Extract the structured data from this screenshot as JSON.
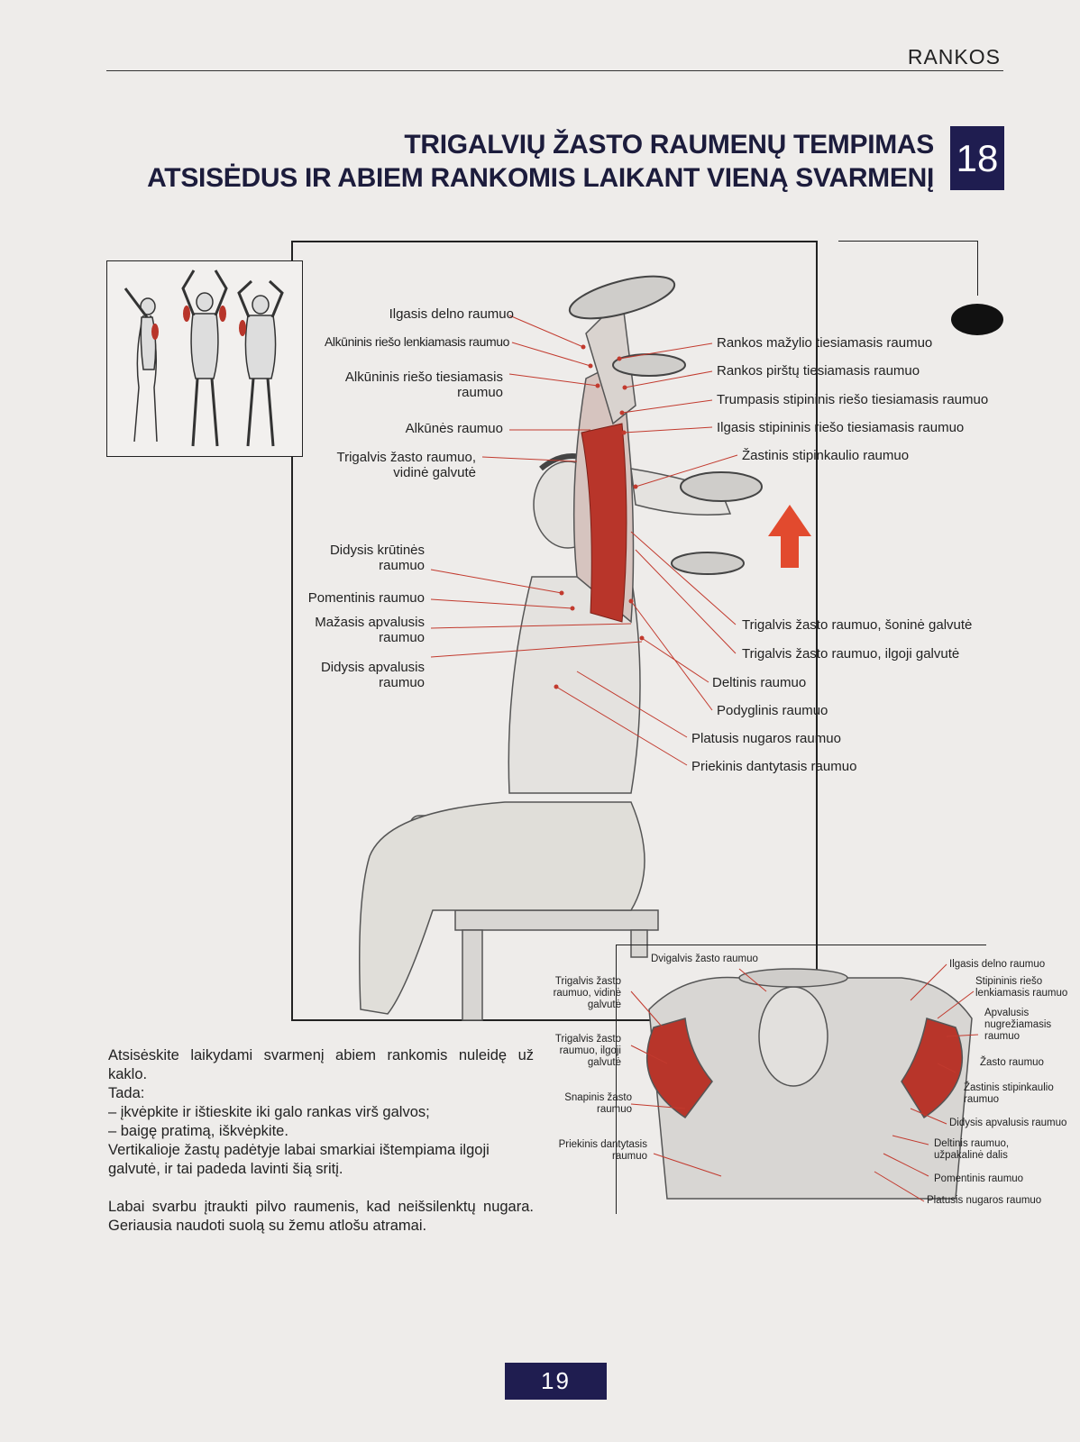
{
  "header": {
    "section": "RANKOS",
    "title_line1": "TRIGALVIŲ ŽASTO RAUMENŲ TEMPIMAS",
    "title_line2": "ATSISĖDUS IR ABIEM RANKOMIS LAIKANT VIENĄ SVARMENĮ",
    "chapter_number": "18"
  },
  "main_labels_left": [
    "Ilgasis delno raumuo",
    "Alkūninis riešo lenkiamasis raumuo",
    "Alkūninis riešo tiesiamasis raumuo",
    "Alkūnės raumuo",
    "Trigalvis žasto raumuo, vidinė galvutė",
    "Didysis krūtinės raumuo",
    "Pomentinis raumuo",
    "Mažasis apvalusis raumuo",
    "Didysis apvalusis raumuo"
  ],
  "main_labels_right": [
    "Rankos mažylio tiesiamasis raumuo",
    "Rankos pirštų tiesiamasis raumuo",
    "Trumpasis stipininis riešo tiesiamasis raumuo",
    "Ilgasis stipininis riešo tiesiamasis raumuo",
    "Žastinis stipinkaulio raumuo",
    "Trigalvis žasto raumuo, šoninė galvutė",
    "Trigalvis žasto raumuo, ilgoji galvutė",
    "Deltinis raumuo",
    "Podyglinis raumuo",
    "Platusis nugaros raumuo",
    "Priekinis dantytasis raumuo"
  ],
  "front_view_labels_top": "Dvigalvis žasto raumuo",
  "front_view_labels_left": [
    "Trigalvis žasto raumuo, vidinė galvutė",
    "Trigalvis žasto raumuo, ilgoji galvutė",
    "Snapinis žasto raumuo",
    "Priekinis dantytasis raumuo"
  ],
  "front_view_labels_right": [
    "Ilgasis delno raumuo",
    "Stipininis riešo lenkiamasis raumuo",
    "Apvalusis nugrežiamasis raumuo",
    "Žasto raumuo",
    "Žastinis stipinkaulio raumuo",
    "Didysis apvalusis raumuo",
    "Deltinis raumuo, užpakalinė dalis",
    "Pomentinis raumuo",
    "Platusis nugaros raumuo"
  ],
  "description": {
    "line1": "Atsisėskite laikydami svarmenį abiem rankomis nuleidę už kaklo.",
    "line2": "Tada:",
    "line3": "– įkvėpkite ir ištieskite iki galo rankas virš galvos;",
    "line4": "– baigę pratimą, iškvėpkite.",
    "line5": "Vertikalioje žastų padėtyje labai smarkiai ištempiama ilgoji galvutė, ir tai padeda lavinti šią sritį.",
    "line6": "Labai svarbu įtraukti pilvo raumenis, kad neišsilenktų nugara. Geriausia naudoti suolą su žemu atlošu atramai."
  },
  "page_number": "19",
  "colors": {
    "navy": "#1f1d50",
    "muscle_red": "#b8352a",
    "arrow_red": "#e24a2e"
  }
}
